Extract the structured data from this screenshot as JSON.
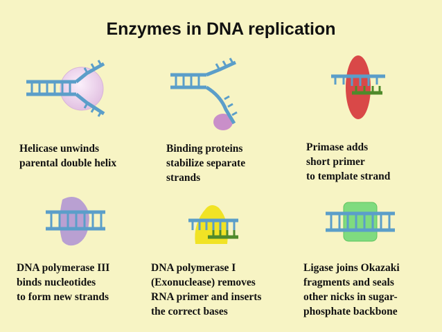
{
  "title": "Enzymes in DNA replication",
  "colors": {
    "background": "#f7f4c4",
    "dna_strand": "#5b9ec9",
    "primer": "#4f8a2b",
    "helicase": "#e6c6e6",
    "binding_protein": "#c98fc9",
    "primase": "#d94848",
    "polymerase_iii": "#b9a0d2",
    "polymerase_i": "#f1e325",
    "ligase": "#7fdb7f"
  },
  "panels": [
    {
      "id": "helicase",
      "icon": "helicase-icon",
      "lines": [
        "Helicase unwinds",
        "parental double helix"
      ]
    },
    {
      "id": "binding-proteins",
      "icon": "binding-proteins-icon",
      "lines": [
        "Binding proteins",
        "stabilize separate",
        "strands"
      ]
    },
    {
      "id": "primase",
      "icon": "primase-icon",
      "lines": [
        "Primase adds",
        "short primer",
        "to template strand"
      ]
    },
    {
      "id": "dna-polymerase-iii",
      "icon": "dna-polymerase-iii-icon",
      "lines": [
        "DNA polymerase III",
        "binds nucleotides",
        "to form new strands"
      ]
    },
    {
      "id": "dna-polymerase-i",
      "icon": "dna-polymerase-i-icon",
      "lines": [
        "DNA polymerase I",
        "(Exonuclease) removes",
        "RNA primer and inserts",
        "the correct bases"
      ]
    },
    {
      "id": "ligase",
      "icon": "ligase-icon",
      "lines": [
        "Ligase joins Okazaki",
        "fragments and seals",
        "other nicks in sugar-",
        "phosphate backbone"
      ]
    }
  ]
}
